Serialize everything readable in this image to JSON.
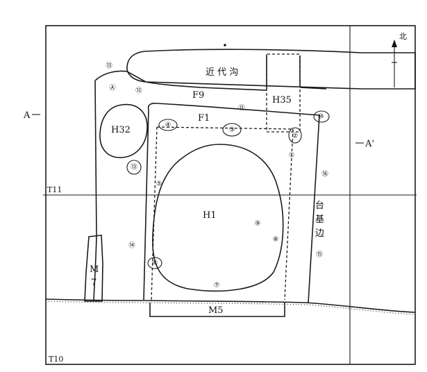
{
  "grid_labels": {
    "t11": "T11",
    "t10": "T10"
  },
  "section": {
    "a": "A",
    "a_prime": "A'"
  },
  "north": "北",
  "features": {
    "ditch": "近 代 沟",
    "h35": "H35",
    "f9": "F9",
    "f1": "F1",
    "h32": "H32",
    "h1": "H1",
    "m7_line1": "M",
    "m7_line2": "7",
    "m5": "M5",
    "platform_edge": [
      "台",
      "基",
      "边"
    ]
  },
  "post_holes": [
    "①",
    "②",
    "③",
    "④",
    "⑤",
    "⑥",
    "⑦",
    "⑧",
    "⑨",
    "⑩",
    "⑪",
    "⑫",
    "⑬",
    "⑭",
    "⑮",
    "⑯",
    "Ⓐ"
  ]
}
